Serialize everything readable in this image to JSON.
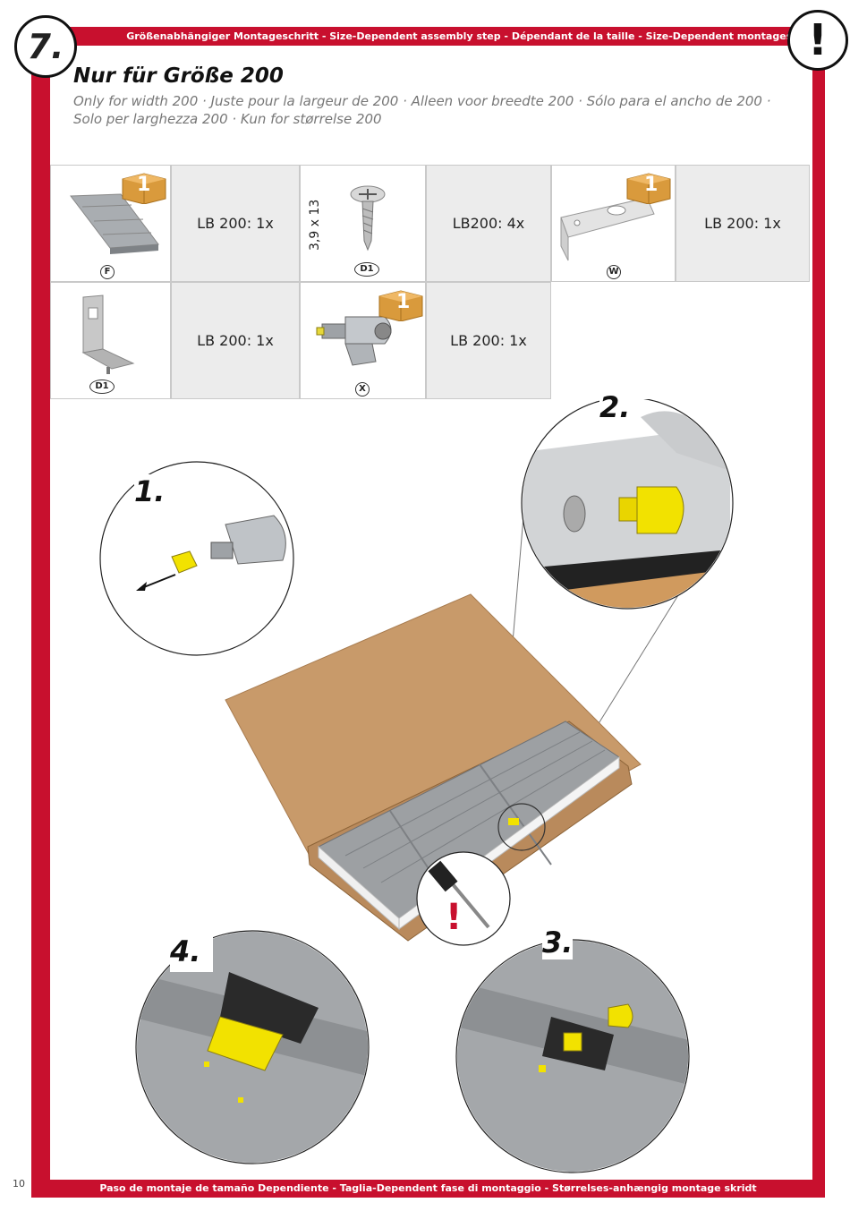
{
  "header": {
    "step_number": "7.",
    "bar_text": "Größenabhängiger Montageschritt - Size-Dependent assembly step - Dépendant de la taille - Size-Dependent montagestap",
    "warning_symbol": "!"
  },
  "title": "Nur für Größe 200",
  "subtitle": "Only for width 200 · Juste pour la largeur de 200 · Alleen voor breedte 200 · Sólo para el ancho de 200 · Solo per larghezza 200 · Kun for størrelse 200",
  "parts": {
    "box_badge": "1",
    "row1": [
      {
        "label": "F",
        "qty": "LB 200: 1x"
      },
      {
        "label": "D1",
        "spec": "3,9 x 13",
        "qty": "LB200: 4x"
      },
      {
        "label": "W",
        "qty": "LB 200: 1x"
      }
    ],
    "row2": [
      {
        "label": "D1",
        "qty": "LB 200: 1x"
      },
      {
        "label": "X",
        "qty": "LB 200: 1x"
      }
    ]
  },
  "steps": {
    "step1": "1.",
    "step2": "2.",
    "step3": "3.",
    "step4": "4."
  },
  "footer": {
    "bar_text": "Paso de montaje de tamaño Dependiente - Taglia-Dependent fase di montaggio - Størrelses-anhængig montage skridt",
    "page_number": "10"
  },
  "colors": {
    "frame_red": "#c8102e",
    "highlight_yellow": "#f2e200",
    "cardboard": "#c89a6a",
    "quantity_cell": "#ececec"
  }
}
